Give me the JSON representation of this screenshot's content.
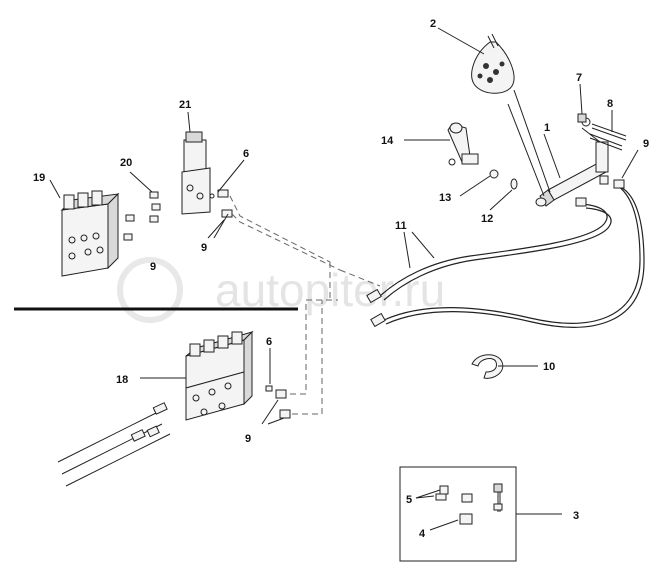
{
  "watermark": {
    "text": "autopiter.ru"
  },
  "labels": {
    "l1": "1",
    "l2": "2",
    "l3": "3",
    "l4": "4",
    "l5": "5",
    "l6a": "6",
    "l6b": "6",
    "l7": "7",
    "l8": "8",
    "l9a": "9",
    "l9b": "9",
    "l9c": "9",
    "l9d": "9",
    "l10": "10",
    "l11": "11",
    "l12": "12",
    "l13": "13",
    "l14": "14",
    "l18": "18",
    "l19": "19",
    "l20": "20",
    "l21": "21"
  }
}
